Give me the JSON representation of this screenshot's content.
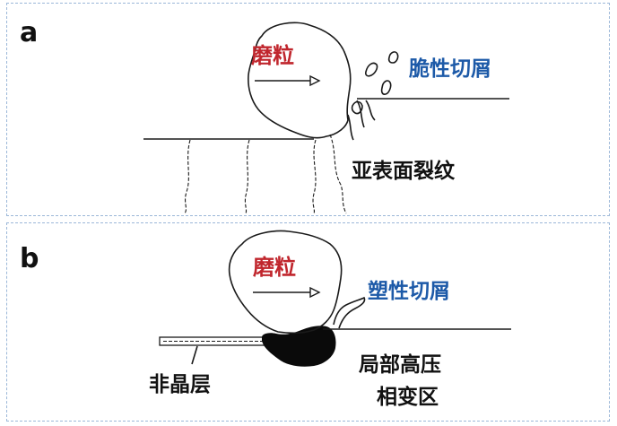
{
  "panel_a": {
    "letter": "a",
    "grain_label": "磨粒",
    "chip_label": "脆性切屑",
    "crack_label": "亚表面裂纹"
  },
  "panel_b": {
    "letter": "b",
    "grain_label": "磨粒",
    "chip_label": "塑性切屑",
    "amorphous_label": "非晶层",
    "phase_label_line1": "局部高压",
    "phase_label_line2": "相变区"
  },
  "colors": {
    "grain_label": "#c0262d",
    "chip_label": "#1d5aa8",
    "border": "#9bb7d8"
  }
}
